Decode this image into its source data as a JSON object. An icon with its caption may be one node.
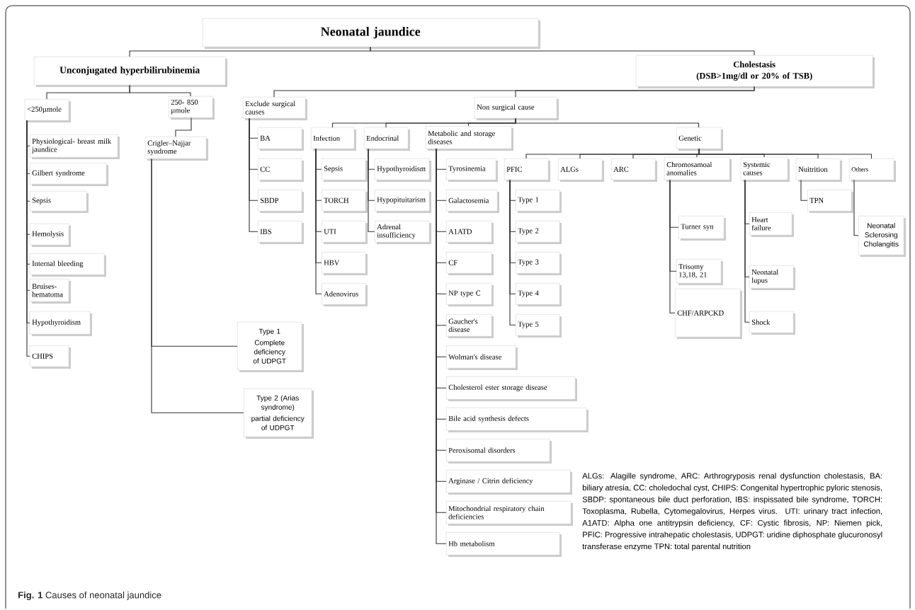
{
  "diagram": {
    "caption": "**Fig. 1** Causes of neonatal jaundice",
    "nodes": [
      {
        "text": [
          "Neonatal jaundice"
        ]
      },
      {
        "text": [
          "Unconjugated hyperbilirubinemia"
        ]
      },
      {
        "text": [
          "Cholestasis",
          "(DSB>1mg/dl or 20% of TSB)"
        ]
      },
      {
        "text": [
          "<250µmole"
        ]
      },
      {
        "text": [
          "250- 850 µmole"
        ]
      },
      {
        "text": [
          "Physiological- breast milk jaundice"
        ]
      },
      {
        "text": [
          "Gilbert syndrome"
        ]
      },
      {
        "text": [
          "Sepsis"
        ]
      },
      {
        "text": [
          "Hemolysis"
        ]
      },
      {
        "text": [
          "Internal bleeding"
        ]
      },
      {
        "text": [
          "Bruises- hematoma"
        ]
      },
      {
        "text": [
          "Hypothyroidism"
        ]
      },
      {
        "text": [
          "CHIPS"
        ]
      },
      {
        "text": [
          "Crigler–Najjar syndrome"
        ]
      },
      {
        "text": [
          "Type 1",
          "Complete deficiency of UDPGT"
        ]
      },
      {
        "text": [
          "Type 2 (Arias syndrome)",
          "partial deficiency of UDPGT"
        ]
      },
      {
        "text": [
          "Exclude surgical causes"
        ]
      },
      {
        "text": [
          "BA"
        ]
      },
      {
        "text": [
          "CC"
        ]
      },
      {
        "text": [
          "SBDP"
        ]
      },
      {
        "text": [
          "IBS"
        ]
      },
      {
        "text": [
          "Non surgical cause"
        ]
      },
      {
        "text": [
          "Infection"
        ]
      },
      {
        "text": [
          "Endocrinal"
        ]
      },
      {
        "text": [
          "Metabolic and storage diseases"
        ]
      },
      {
        "text": [
          "Genetic"
        ]
      },
      {
        "text": [
          "Hypothyroidism"
        ]
      },
      {
        "text": [
          "Hypopituitarism"
        ]
      },
      {
        "text": [
          "Adrenal insufficiency"
        ]
      },
      {
        "text": [
          "Sepsis"
        ]
      },
      {
        "text": [
          "TORCH"
        ]
      },
      {
        "text": [
          "UTI"
        ]
      },
      {
        "text": [
          "HBV"
        ]
      },
      {
        "text": [
          "Adenovirus"
        ]
      },
      {
        "text": [
          "Tyrosinemia"
        ]
      },
      {
        "text": [
          "Galactosemia"
        ]
      },
      {
        "text": [
          "A1ATD"
        ]
      },
      {
        "text": [
          "CF"
        ]
      },
      {
        "text": [
          "NP type C"
        ]
      },
      {
        "text": [
          "Gaucher's disease"
        ]
      },
      {
        "text": [
          "Wolman's disease"
        ]
      },
      {
        "text": [
          "Cholesterol ester storage disease"
        ]
      },
      {
        "text": [
          "Bile acid synthesis defects"
        ]
      },
      {
        "text": [
          "Peroxisomal disorders"
        ]
      },
      {
        "text": [
          "Arginase / Citrin deficiency"
        ]
      },
      {
        "text": [
          "Mitochondrial respiratory chain deficiencies"
        ]
      },
      {
        "text": [
          "Hb metabolism"
        ]
      },
      {
        "text": [
          "PFIC"
        ]
      },
      {
        "text": [
          "ALGs"
        ]
      },
      {
        "text": [
          "ARC"
        ]
      },
      {
        "text": [
          "Chromosamoal anomalies"
        ]
      },
      {
        "text": [
          "Systemic causes"
        ]
      },
      {
        "text": [
          "Nuitrition"
        ]
      },
      {
        "text": [
          "Others"
        ]
      },
      {
        "text": [
          "Type 1"
        ]
      },
      {
        "text": [
          "Type 2"
        ]
      },
      {
        "text": [
          "Type 3"
        ]
      },
      {
        "text": [
          "Type 4"
        ]
      },
      {
        "text": [
          "Type 5"
        ]
      },
      {
        "text": [
          "Turner syn"
        ]
      },
      {
        "text": [
          "Trisomy 13,18, 21"
        ]
      },
      {
        "text": [
          "CHF/ARPCKD"
        ]
      },
      {
        "text": [
          "Heart failure"
        ]
      },
      {
        "text": [
          "Neonatal lupus"
        ]
      },
      {
        "text": [
          "Shock"
        ]
      },
      {
        "text": [
          "TPN"
        ]
      },
      {
        "text": [
          "Neonatal Sclerosing Cholangitis"
        ]
      }
    ],
    "edges": [
      {
        "from": 0,
        "to": 1,
        "arrow": "none"
      },
      {
        "from": 0,
        "to": 2,
        "arrow": "none"
      },
      {
        "from": 1,
        "to": 3,
        "arrow": "none"
      },
      {
        "from": 1,
        "to": 4,
        "arrow": "none"
      },
      {
        "from": 3,
        "to": 5,
        "arrow": "none"
      },
      {
        "from": 3,
        "to": 6,
        "arrow": "none"
      },
      {
        "from": 3,
        "to": 7,
        "arrow": "none"
      },
      {
        "from": 3,
        "to": 8,
        "arrow": "none"
      },
      {
        "from": 3,
        "to": 9,
        "arrow": "none"
      },
      {
        "from": 3,
        "to": 10,
        "arrow": "none"
      },
      {
        "from": 3,
        "to": 11,
        "arrow": "none"
      },
      {
        "from": 3,
        "to": 12,
        "arrow": "none"
      },
      {
        "from": 4,
        "to": 13,
        "arrow": "none"
      },
      {
        "from": 13,
        "to": 14,
        "arrow": "none"
      },
      {
        "from": 13,
        "to": 15,
        "arrow": "none"
      },
      {
        "from": 2,
        "to": 16,
        "arrow": "none"
      },
      {
        "from": 2,
        "to": 21,
        "arrow": "none"
      },
      {
        "from": 16,
        "to": 17,
        "arrow": "none"
      },
      {
        "from": 16,
        "to": 18,
        "arrow": "none"
      },
      {
        "from": 16,
        "to": 19,
        "arrow": "none"
      },
      {
        "from": 16,
        "to": 20,
        "arrow": "none"
      },
      {
        "from": 21,
        "to": 22,
        "arrow": "none"
      },
      {
        "from": 21,
        "to": 23,
        "arrow": "none"
      },
      {
        "from": 21,
        "to": 24,
        "arrow": "none"
      },
      {
        "from": 21,
        "to": 25,
        "arrow": "none"
      },
      {
        "from": 22,
        "to": 29,
        "arrow": "none"
      },
      {
        "from": 22,
        "to": 30,
        "arrow": "none"
      },
      {
        "from": 22,
        "to": 31,
        "arrow": "none"
      },
      {
        "from": 22,
        "to": 32,
        "arrow": "none"
      },
      {
        "from": 22,
        "to": 33,
        "arrow": "none"
      },
      {
        "from": 23,
        "to": 26,
        "arrow": "none"
      },
      {
        "from": 23,
        "to": 27,
        "arrow": "none"
      },
      {
        "from": 23,
        "to": 28,
        "arrow": "none"
      },
      {
        "from": 24,
        "to": 34,
        "arrow": "none"
      },
      {
        "from": 24,
        "to": 35,
        "arrow": "none"
      },
      {
        "from": 24,
        "to": 36,
        "arrow": "none"
      },
      {
        "from": 24,
        "to": 37,
        "arrow": "none"
      },
      {
        "from": 24,
        "to": 38,
        "arrow": "none"
      },
      {
        "from": 24,
        "to": 39,
        "arrow": "none"
      },
      {
        "from": 24,
        "to": 40,
        "arrow": "none"
      },
      {
        "from": 24,
        "to": 41,
        "arrow": "none"
      },
      {
        "from": 24,
        "to": 42,
        "arrow": "none"
      },
      {
        "from": 24,
        "to": 43,
        "arrow": "none"
      },
      {
        "from": 24,
        "to": 44,
        "arrow": "none"
      },
      {
        "from": 24,
        "to": 45,
        "arrow": "none"
      },
      {
        "from": 24,
        "to": 46,
        "arrow": "none"
      },
      {
        "from": 25,
        "to": 47,
        "arrow": "none"
      },
      {
        "from": 25,
        "to": 48,
        "arrow": "none"
      },
      {
        "from": 25,
        "to": 49,
        "arrow": "none"
      },
      {
        "from": 25,
        "to": 50,
        "arrow": "none"
      },
      {
        "from": 25,
        "to": 51,
        "arrow": "none"
      },
      {
        "from": 25,
        "to": 52,
        "arrow": "none"
      },
      {
        "from": 25,
        "to": 53,
        "arrow": "none"
      },
      {
        "from": 47,
        "to": 54,
        "arrow": "none"
      },
      {
        "from": 47,
        "to": 55,
        "arrow": "none"
      },
      {
        "from": 47,
        "to": 56,
        "arrow": "none"
      },
      {
        "from": 47,
        "to": 57,
        "arrow": "none"
      },
      {
        "from": 47,
        "to": 58,
        "arrow": "none"
      },
      {
        "from": 50,
        "to": 59,
        "arrow": "none"
      },
      {
        "from": 50,
        "to": 60,
        "arrow": "none"
      },
      {
        "from": 50,
        "to": 61,
        "arrow": "none"
      },
      {
        "from": 51,
        "to": 62,
        "arrow": "none"
      },
      {
        "from": 51,
        "to": 63,
        "arrow": "none"
      },
      {
        "from": 51,
        "to": 64,
        "arrow": "none"
      },
      {
        "from": 52,
        "to": 65,
        "arrow": "none"
      },
      {
        "from": 53,
        "to": 66,
        "arrow": "none"
      }
    ],
    "labels": [
      "ALGs: Alagille syndrome, ARC: Arthrogryposis renal dysfunction cholestasis, BA: biliary atresia, CC: choledochal cyst, CHIPS: Congenital hypertrophic pyloric stenosis, SBDP: spontaneous bile duct perforation, IBS: inspissated bile syndrome, TORCH: Toxoplasma, Rubella, Cytomegalovirus, Herpes virus. UTI: urinary tract infection, A1ATD: Alpha one antitrypsin deficiency, CF: Cystic fibrosis, NP: Niemen pick, PFIC: Progressive intrahepatic cholestasis, UDPGT: uridine diphosphate glucuronosyl transferase enzyme TPN: total parental nutrition"
    ]
  }
}
